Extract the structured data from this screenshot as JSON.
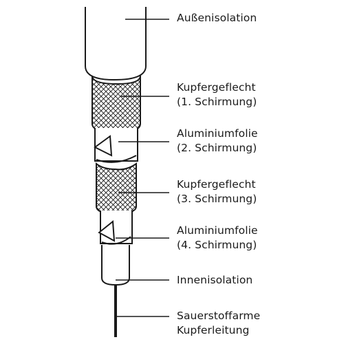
{
  "labels": [
    {
      "line1": "Außenisolation",
      "line2": ""
    },
    {
      "line1": "Kupfergeflecht",
      "line2": "(1. Schirmung)"
    },
    {
      "line1": "Aluminiumfolie",
      "line2": "(2. Schirmung)"
    },
    {
      "line1": "Kupfergeflecht",
      "line2": "(3. Schirmung)"
    },
    {
      "line1": "Aluminiumfolie",
      "line2": "(4. Schirmung)"
    },
    {
      "line1": "Innenisolation",
      "line2": ""
    },
    {
      "line1": "Sauerstoffarme",
      "line2": "Kupferleitung"
    }
  ],
  "colors": {
    "stroke": "#1a1a1a",
    "background": "#ffffff"
  }
}
